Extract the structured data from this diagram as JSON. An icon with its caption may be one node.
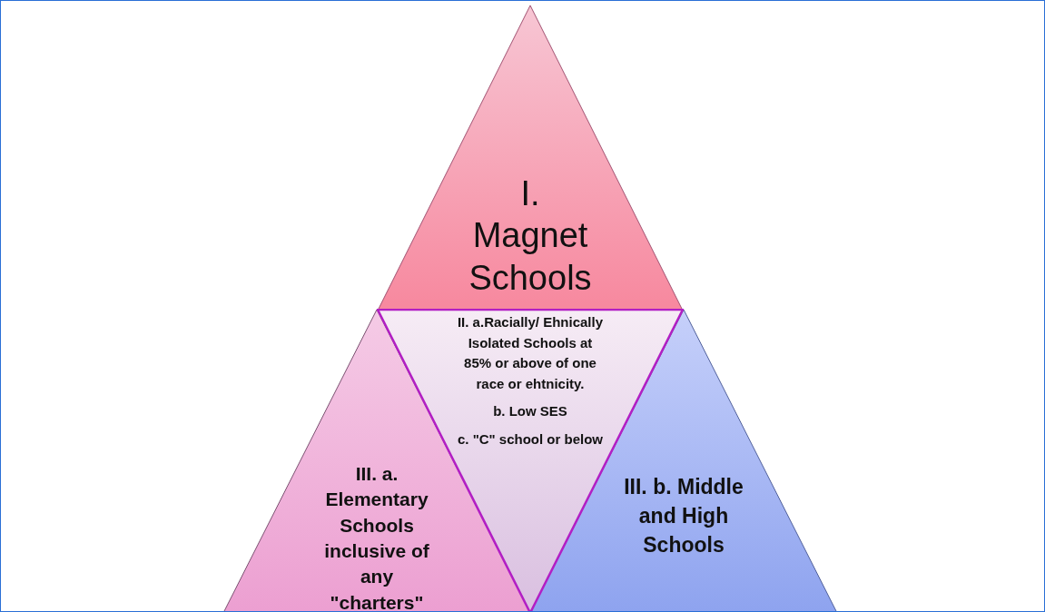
{
  "diagram": {
    "nodes": [
      {
        "text": [
          "I. Magnet Schools"
        ]
      },
      {
        "text": [
          "II. a.Racially/ Ehnically Isolated Schools at 85% or above of one race or ehtnicity.",
          "b. Low SES",
          "c. \"C\" school or below"
        ]
      },
      {
        "text": [
          "III. a. Elementary Schools inclusive of any \"charters\""
        ]
      },
      {
        "text": [
          "III. b. Middle and High Schools"
        ]
      }
    ]
  }
}
